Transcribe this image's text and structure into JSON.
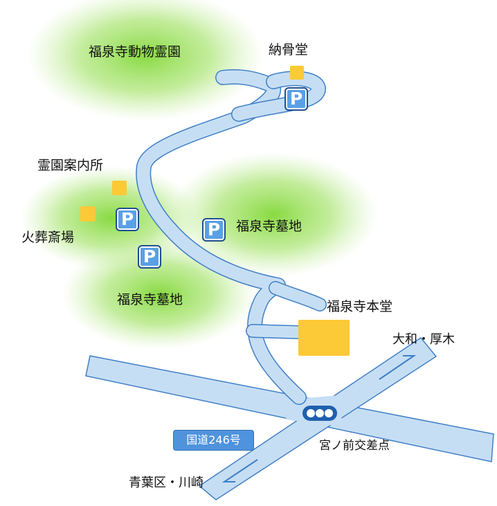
{
  "colors": {
    "road_fill": "#c6def4",
    "road_stroke": "#3f7fc6",
    "greenery": "#82d838",
    "building": "#fcc937",
    "parking_fill": "#5aa0e6",
    "signal": "#1f5fb0",
    "route_badge": "#4f93dc"
  },
  "areas": {
    "animal_cemetery": "福泉寺動物霊園",
    "graveyard_east": "福泉寺墓地",
    "graveyard_west": "福泉寺墓地"
  },
  "facilities": {
    "ossuary": "納骨堂",
    "cemetery_office": "霊園案内所",
    "crematorium": "火葬斎場",
    "main_hall": "福泉寺本堂"
  },
  "parking": {
    "symbol": "P",
    "icon": "parking-icon"
  },
  "roads": {
    "route_badge": "国道246号",
    "intersection": "宮ノ前交差点",
    "direction_northeast": "大和・厚木",
    "direction_southwest": "青葉区・川崎",
    "signal_icon": "traffic-signal-icon"
  }
}
